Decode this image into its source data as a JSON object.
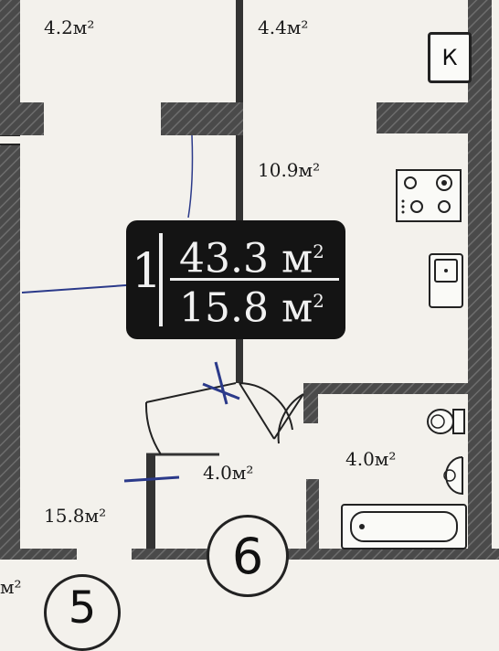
{
  "rooms": {
    "top_left_area": "4.2м²",
    "top_right_area": "4.4м²",
    "kitchen_area": "10.9м²",
    "hall_area": "4.0м²",
    "bath_area": "4.0м²",
    "living_area": "15.8м²",
    "bottom_left_area": "м²"
  },
  "kitchen_badge": "К",
  "summary": {
    "rooms_count": "1",
    "total_area": "43.3 м",
    "living_area": "15.8 м",
    "superscript": "2"
  },
  "unit_number": "6",
  "neighbor_unit_number": "5"
}
